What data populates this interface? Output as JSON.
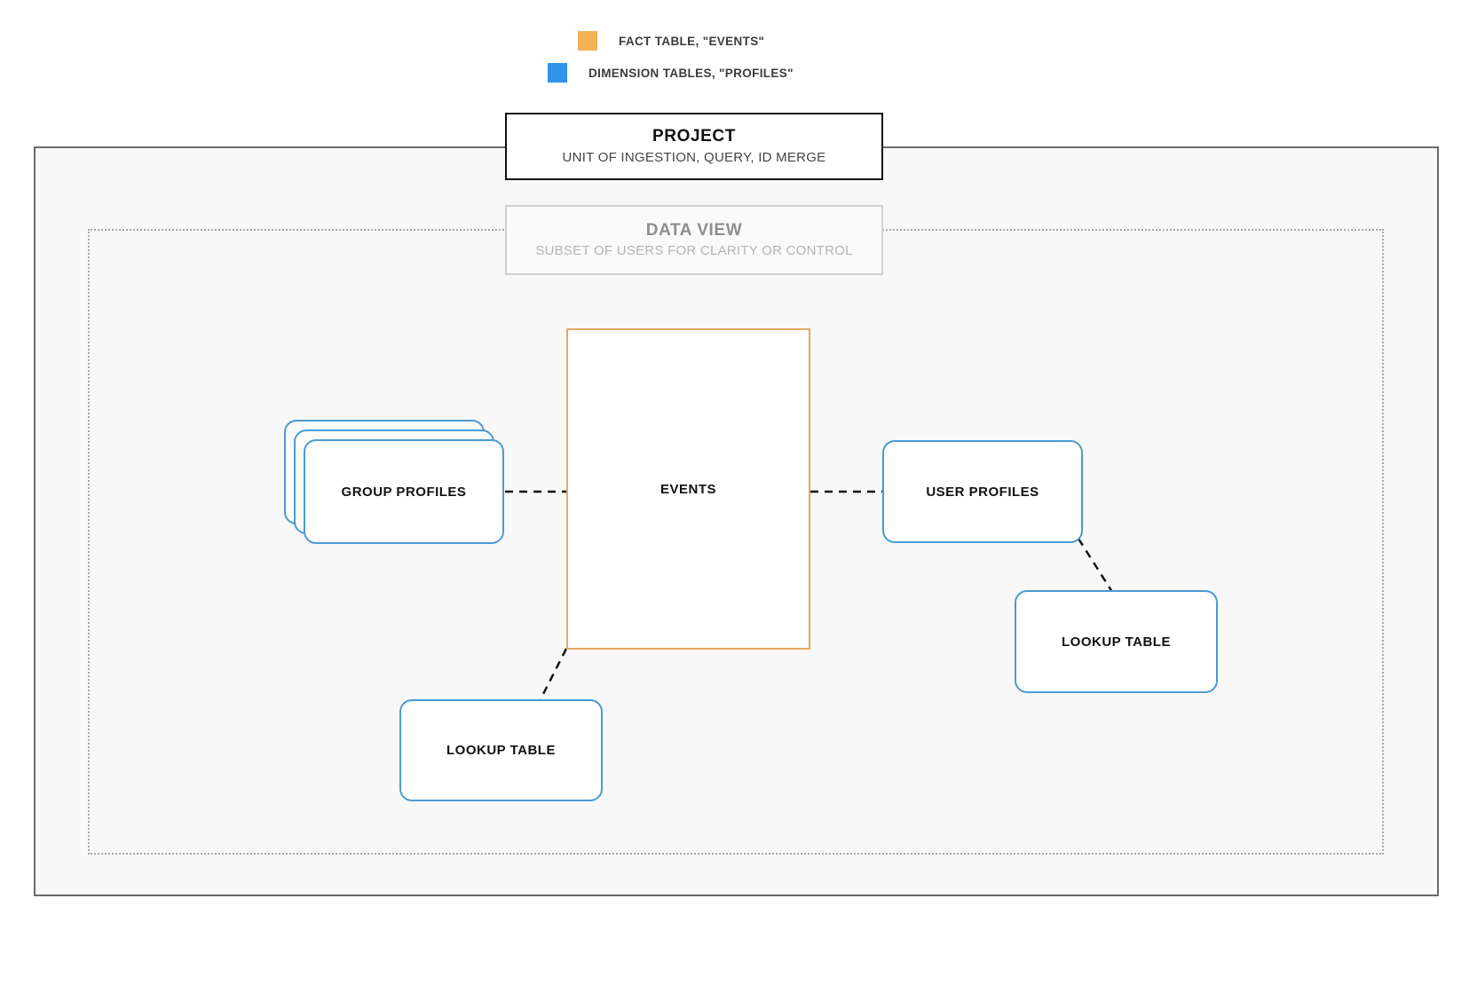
{
  "legend": {
    "items": [
      {
        "label": "FACT TABLE, \"EVENTS\"",
        "color": "#f5b156",
        "icon": "square-swatch-icon"
      },
      {
        "label": "DIMENSION TABLES, \"PROFILES\"",
        "color": "#2f94eb",
        "icon": "square-swatch-icon"
      }
    ]
  },
  "project": {
    "title": "PROJECT",
    "subtitle": "UNIT OF INGESTION, QUERY, ID MERGE",
    "border_color": "#111111",
    "fill_color": "#f8f8f8"
  },
  "data_view": {
    "title": "DATA VIEW",
    "subtitle": "SUBSET OF USERS FOR CLARITY OR CONTROL",
    "border_color": "#cfcfcf",
    "container_border_color": "#a8a8a8"
  },
  "nodes": {
    "events": {
      "label": "EVENTS",
      "type": "fact-table",
      "color": "#e8a85f"
    },
    "group_profiles": {
      "label": "GROUP PROFILES",
      "type": "dimension-table-stack",
      "color": "#4a9ad4",
      "stack_count": 3
    },
    "user_profiles": {
      "label": "USER PROFILES",
      "type": "dimension-table",
      "color": "#4a9ad4"
    },
    "lookup_table_left": {
      "label": "LOOKUP TABLE",
      "type": "lookup-table",
      "color": "#4a9ad4"
    },
    "lookup_table_right": {
      "label": "LOOKUP TABLE",
      "type": "lookup-table",
      "color": "#4a9ad4"
    }
  },
  "connectors": [
    {
      "from": "group_profiles",
      "to": "events",
      "style": "dashed"
    },
    {
      "from": "events",
      "to": "user_profiles",
      "style": "dashed"
    },
    {
      "from": "user_profiles",
      "to": "lookup_table_right",
      "style": "dashed"
    },
    {
      "from": "events",
      "to": "lookup_table_left",
      "style": "dashed"
    }
  ]
}
